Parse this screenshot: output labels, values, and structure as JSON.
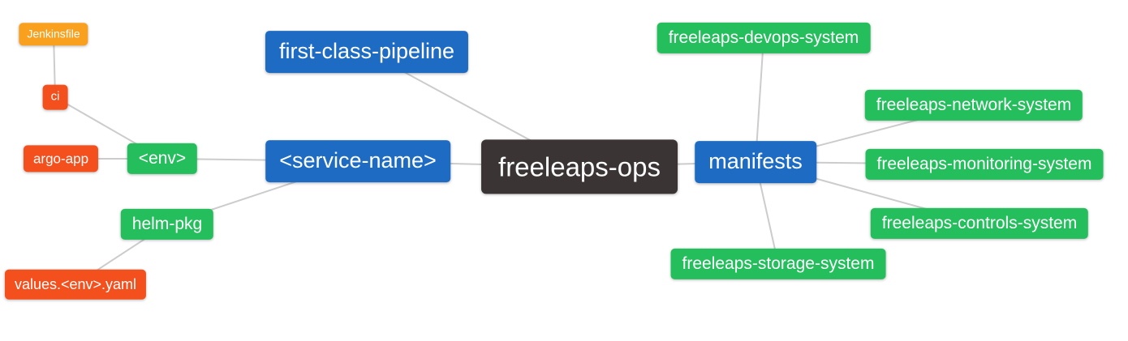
{
  "diagram": {
    "type": "mindmap",
    "root": "freeleaps-ops"
  },
  "palette": {
    "blue": "#1E6BC3",
    "green": "#24BE5C",
    "orange": "#F9A11F",
    "red": "#F4501E",
    "dark": "#3A3435",
    "edge_gray": "#CCCCCC",
    "node_text": "#FFFFFF",
    "background": "#FFFFFF"
  },
  "nodes": {
    "jenkinsfile": {
      "label": "Jenkinsfile",
      "color": "orange"
    },
    "ci": {
      "label": "ci",
      "color": "red"
    },
    "argo_app": {
      "label": "argo-app",
      "color": "red"
    },
    "env": {
      "label": "<env>",
      "color": "green"
    },
    "first_class_pipeline": {
      "label": "first-class-pipeline",
      "color": "blue"
    },
    "service_name": {
      "label": "<service-name>",
      "color": "blue"
    },
    "freeleaps_ops": {
      "label": "freeleaps-ops",
      "color": "dark"
    },
    "manifests": {
      "label": "manifests",
      "color": "blue"
    },
    "devops_system": {
      "label": "freeleaps-devops-system",
      "color": "green"
    },
    "network_system": {
      "label": "freeleaps-network-system",
      "color": "green"
    },
    "monitoring_system": {
      "label": "freeleaps-monitoring-system",
      "color": "green"
    },
    "controls_system": {
      "label": "freeleaps-controls-system",
      "color": "green"
    },
    "storage_system": {
      "label": "freeleaps-storage-system",
      "color": "green"
    },
    "helm_pkg": {
      "label": "helm-pkg",
      "color": "green"
    },
    "values_yaml": {
      "label": "values.<env>.yaml",
      "color": "red"
    }
  },
  "edges": [
    {
      "from": "jenkinsfile",
      "to": "ci"
    },
    {
      "from": "ci",
      "to": "env"
    },
    {
      "from": "argo_app",
      "to": "env"
    },
    {
      "from": "env",
      "to": "service_name"
    },
    {
      "from": "helm_pkg",
      "to": "service_name"
    },
    {
      "from": "values_yaml",
      "to": "helm_pkg"
    },
    {
      "from": "service_name",
      "to": "freeleaps_ops"
    },
    {
      "from": "first_class_pipeline",
      "to": "freeleaps_ops"
    },
    {
      "from": "freeleaps_ops",
      "to": "manifests"
    },
    {
      "from": "manifests",
      "to": "devops_system"
    },
    {
      "from": "manifests",
      "to": "network_system"
    },
    {
      "from": "manifests",
      "to": "monitoring_system"
    },
    {
      "from": "manifests",
      "to": "controls_system"
    },
    {
      "from": "manifests",
      "to": "storage_system"
    }
  ]
}
